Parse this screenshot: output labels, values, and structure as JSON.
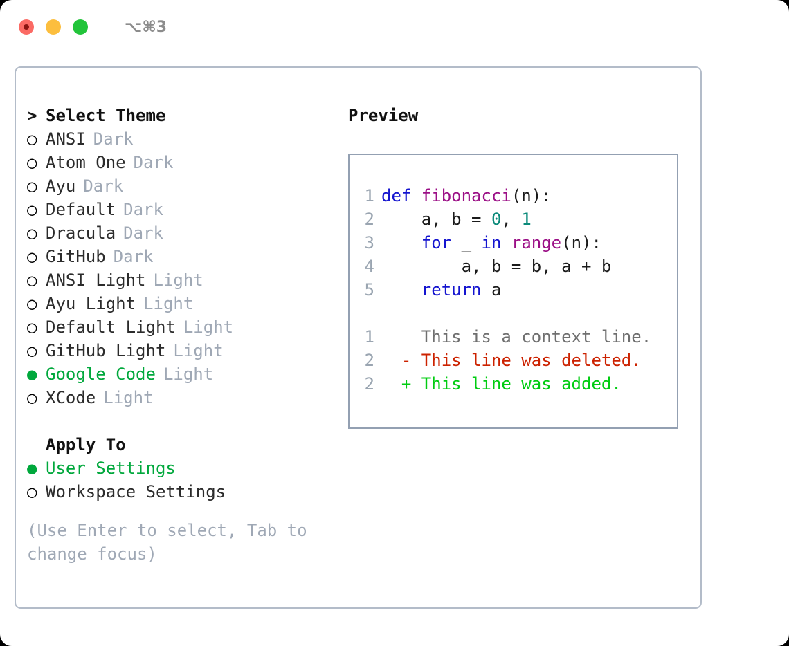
{
  "titlebar": {
    "shortcut": "⌥⌘3",
    "buttons": {
      "close": "close",
      "minimize": "minimize",
      "maximize": "maximize"
    }
  },
  "theme_section": {
    "header_marker": ">",
    "header_label": "Select Theme",
    "items": [
      {
        "marker": "○",
        "name": "ANSI",
        "tag": "Dark",
        "selected": false
      },
      {
        "marker": "○",
        "name": "Atom One",
        "tag": "Dark",
        "selected": false
      },
      {
        "marker": "○",
        "name": "Ayu",
        "tag": "Dark",
        "selected": false
      },
      {
        "marker": "○",
        "name": "Default",
        "tag": "Dark",
        "selected": false
      },
      {
        "marker": "○",
        "name": "Dracula",
        "tag": "Dark",
        "selected": false
      },
      {
        "marker": "○",
        "name": "GitHub",
        "tag": "Dark",
        "selected": false
      },
      {
        "marker": "○",
        "name": "ANSI Light",
        "tag": "Light",
        "selected": false
      },
      {
        "marker": "○",
        "name": "Ayu Light",
        "tag": "Light",
        "selected": false
      },
      {
        "marker": "○",
        "name": "Default Light",
        "tag": "Light",
        "selected": false
      },
      {
        "marker": "○",
        "name": "GitHub Light",
        "tag": "Light",
        "selected": false
      },
      {
        "marker": "●",
        "name": "Google Code",
        "tag": "Light",
        "selected": true
      },
      {
        "marker": "○",
        "name": "XCode",
        "tag": "Light",
        "selected": false
      }
    ]
  },
  "apply_to_section": {
    "header_marker": " ",
    "header_label": "Apply To",
    "items": [
      {
        "marker": "●",
        "name": "User Settings",
        "tag": "",
        "selected": true
      },
      {
        "marker": "○",
        "name": "Workspace Settings",
        "tag": "",
        "selected": false
      }
    ]
  },
  "hint": "(Use Enter to select, Tab to change focus)",
  "preview": {
    "title": "Preview",
    "code_lines": [
      {
        "number": "1",
        "tokens": [
          {
            "text": "def ",
            "type": "kw"
          },
          {
            "text": "fibonacci",
            "type": "fn"
          },
          {
            "text": "(n):",
            "type": "plain"
          }
        ]
      },
      {
        "number": "2",
        "tokens": [
          {
            "text": "    a, b = ",
            "type": "plain"
          },
          {
            "text": "0",
            "type": "num"
          },
          {
            "text": ", ",
            "type": "plain"
          },
          {
            "text": "1",
            "type": "num"
          }
        ]
      },
      {
        "number": "3",
        "tokens": [
          {
            "text": "    ",
            "type": "plain"
          },
          {
            "text": "for",
            "type": "kw"
          },
          {
            "text": " _ ",
            "type": "plain"
          },
          {
            "text": "in",
            "type": "kw"
          },
          {
            "text": " ",
            "type": "plain"
          },
          {
            "text": "range",
            "type": "fn"
          },
          {
            "text": "(n):",
            "type": "plain"
          }
        ]
      },
      {
        "number": "4",
        "tokens": [
          {
            "text": "        a, b = b, a + b",
            "type": "plain"
          }
        ]
      },
      {
        "number": "5",
        "tokens": [
          {
            "text": "    ",
            "type": "plain"
          },
          {
            "text": "return",
            "type": "kw"
          },
          {
            "text": " a",
            "type": "plain"
          }
        ]
      }
    ],
    "diff_lines": [
      {
        "number": "1",
        "sign": " ",
        "text": " This is a context line.",
        "kind": "context"
      },
      {
        "number": "2",
        "sign": "-",
        "text": " This line was deleted.",
        "kind": "del"
      },
      {
        "number": "2",
        "sign": "+",
        "text": " This line was added.",
        "kind": "add"
      }
    ]
  },
  "colors": {
    "accent_green": "#00a83c",
    "tag_gray": "#9fa8b5",
    "gutter_gray": "#9aa5b1",
    "keyword_blue": "#1414cf",
    "function_purple": "#9b0f86",
    "number_teal": "#0b8a7a",
    "diff_delete_red": "#cc2200",
    "diff_add_green": "#00cc11",
    "panel_border": "#b3bcc9",
    "preview_border": "#93a0b2"
  }
}
